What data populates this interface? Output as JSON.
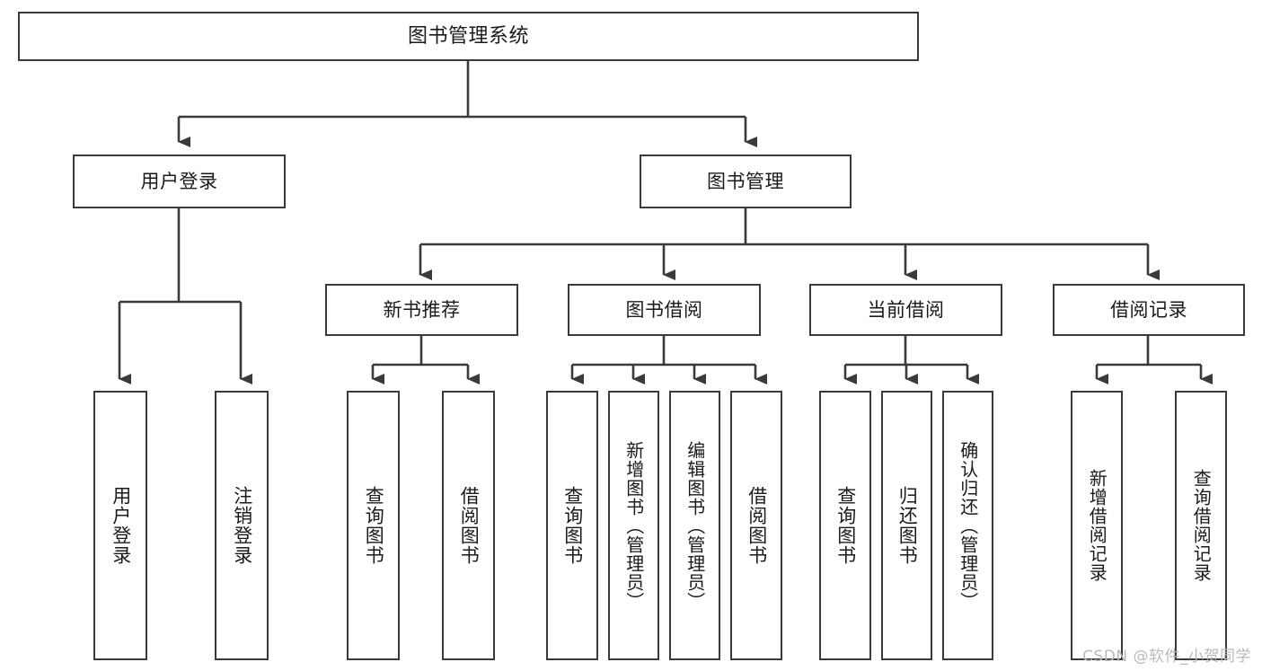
{
  "diagram": {
    "type": "tree-hierarchy-chart",
    "title": "图书管理系统",
    "line_color": "#3a3a3a",
    "box_fill": "#ffffff",
    "text_color": "#1a1a1a",
    "watermark": "CSDN @软件_小贺同学",
    "levels": {
      "root": {
        "label": "图书管理系统"
      },
      "level1": [
        {
          "id": "user-login",
          "label": "用户登录"
        },
        {
          "id": "book-management",
          "label": "图书管理"
        }
      ],
      "level2": [
        {
          "id": "new-book-recommend",
          "label": "新书推荐",
          "parent": "book-management"
        },
        {
          "id": "book-borrow",
          "label": "图书借阅",
          "parent": "book-management"
        },
        {
          "id": "current-borrow",
          "label": "当前借阅",
          "parent": "book-management"
        },
        {
          "id": "borrow-record",
          "label": "借阅记录",
          "parent": "book-management"
        }
      ],
      "leaves": {
        "user_login": [
          {
            "id": "leaf-user-login",
            "label": "用户登录"
          },
          {
            "id": "leaf-logout",
            "label": "注销登录"
          }
        ],
        "new_book_recommend": [
          {
            "id": "leaf-query-book-1",
            "label": "查询图书"
          },
          {
            "id": "leaf-borrow-book-1",
            "label": "借阅图书"
          }
        ],
        "book_borrow": [
          {
            "id": "leaf-query-book-2",
            "label": "查询图书"
          },
          {
            "id": "leaf-add-book",
            "label": "新增图书（管理员）"
          },
          {
            "id": "leaf-edit-book",
            "label": "编辑图书（管理员）"
          },
          {
            "id": "leaf-borrow-book-2",
            "label": "借阅图书"
          }
        ],
        "current_borrow": [
          {
            "id": "leaf-query-book-3",
            "label": "查询图书"
          },
          {
            "id": "leaf-return-book",
            "label": "归还图书"
          },
          {
            "id": "leaf-confirm-return",
            "label": "确认归还（管理员）"
          }
        ],
        "borrow_record": [
          {
            "id": "leaf-add-record",
            "label": "新增借阅记录"
          },
          {
            "id": "leaf-query-record",
            "label": "查询借阅记录"
          }
        ]
      }
    }
  }
}
